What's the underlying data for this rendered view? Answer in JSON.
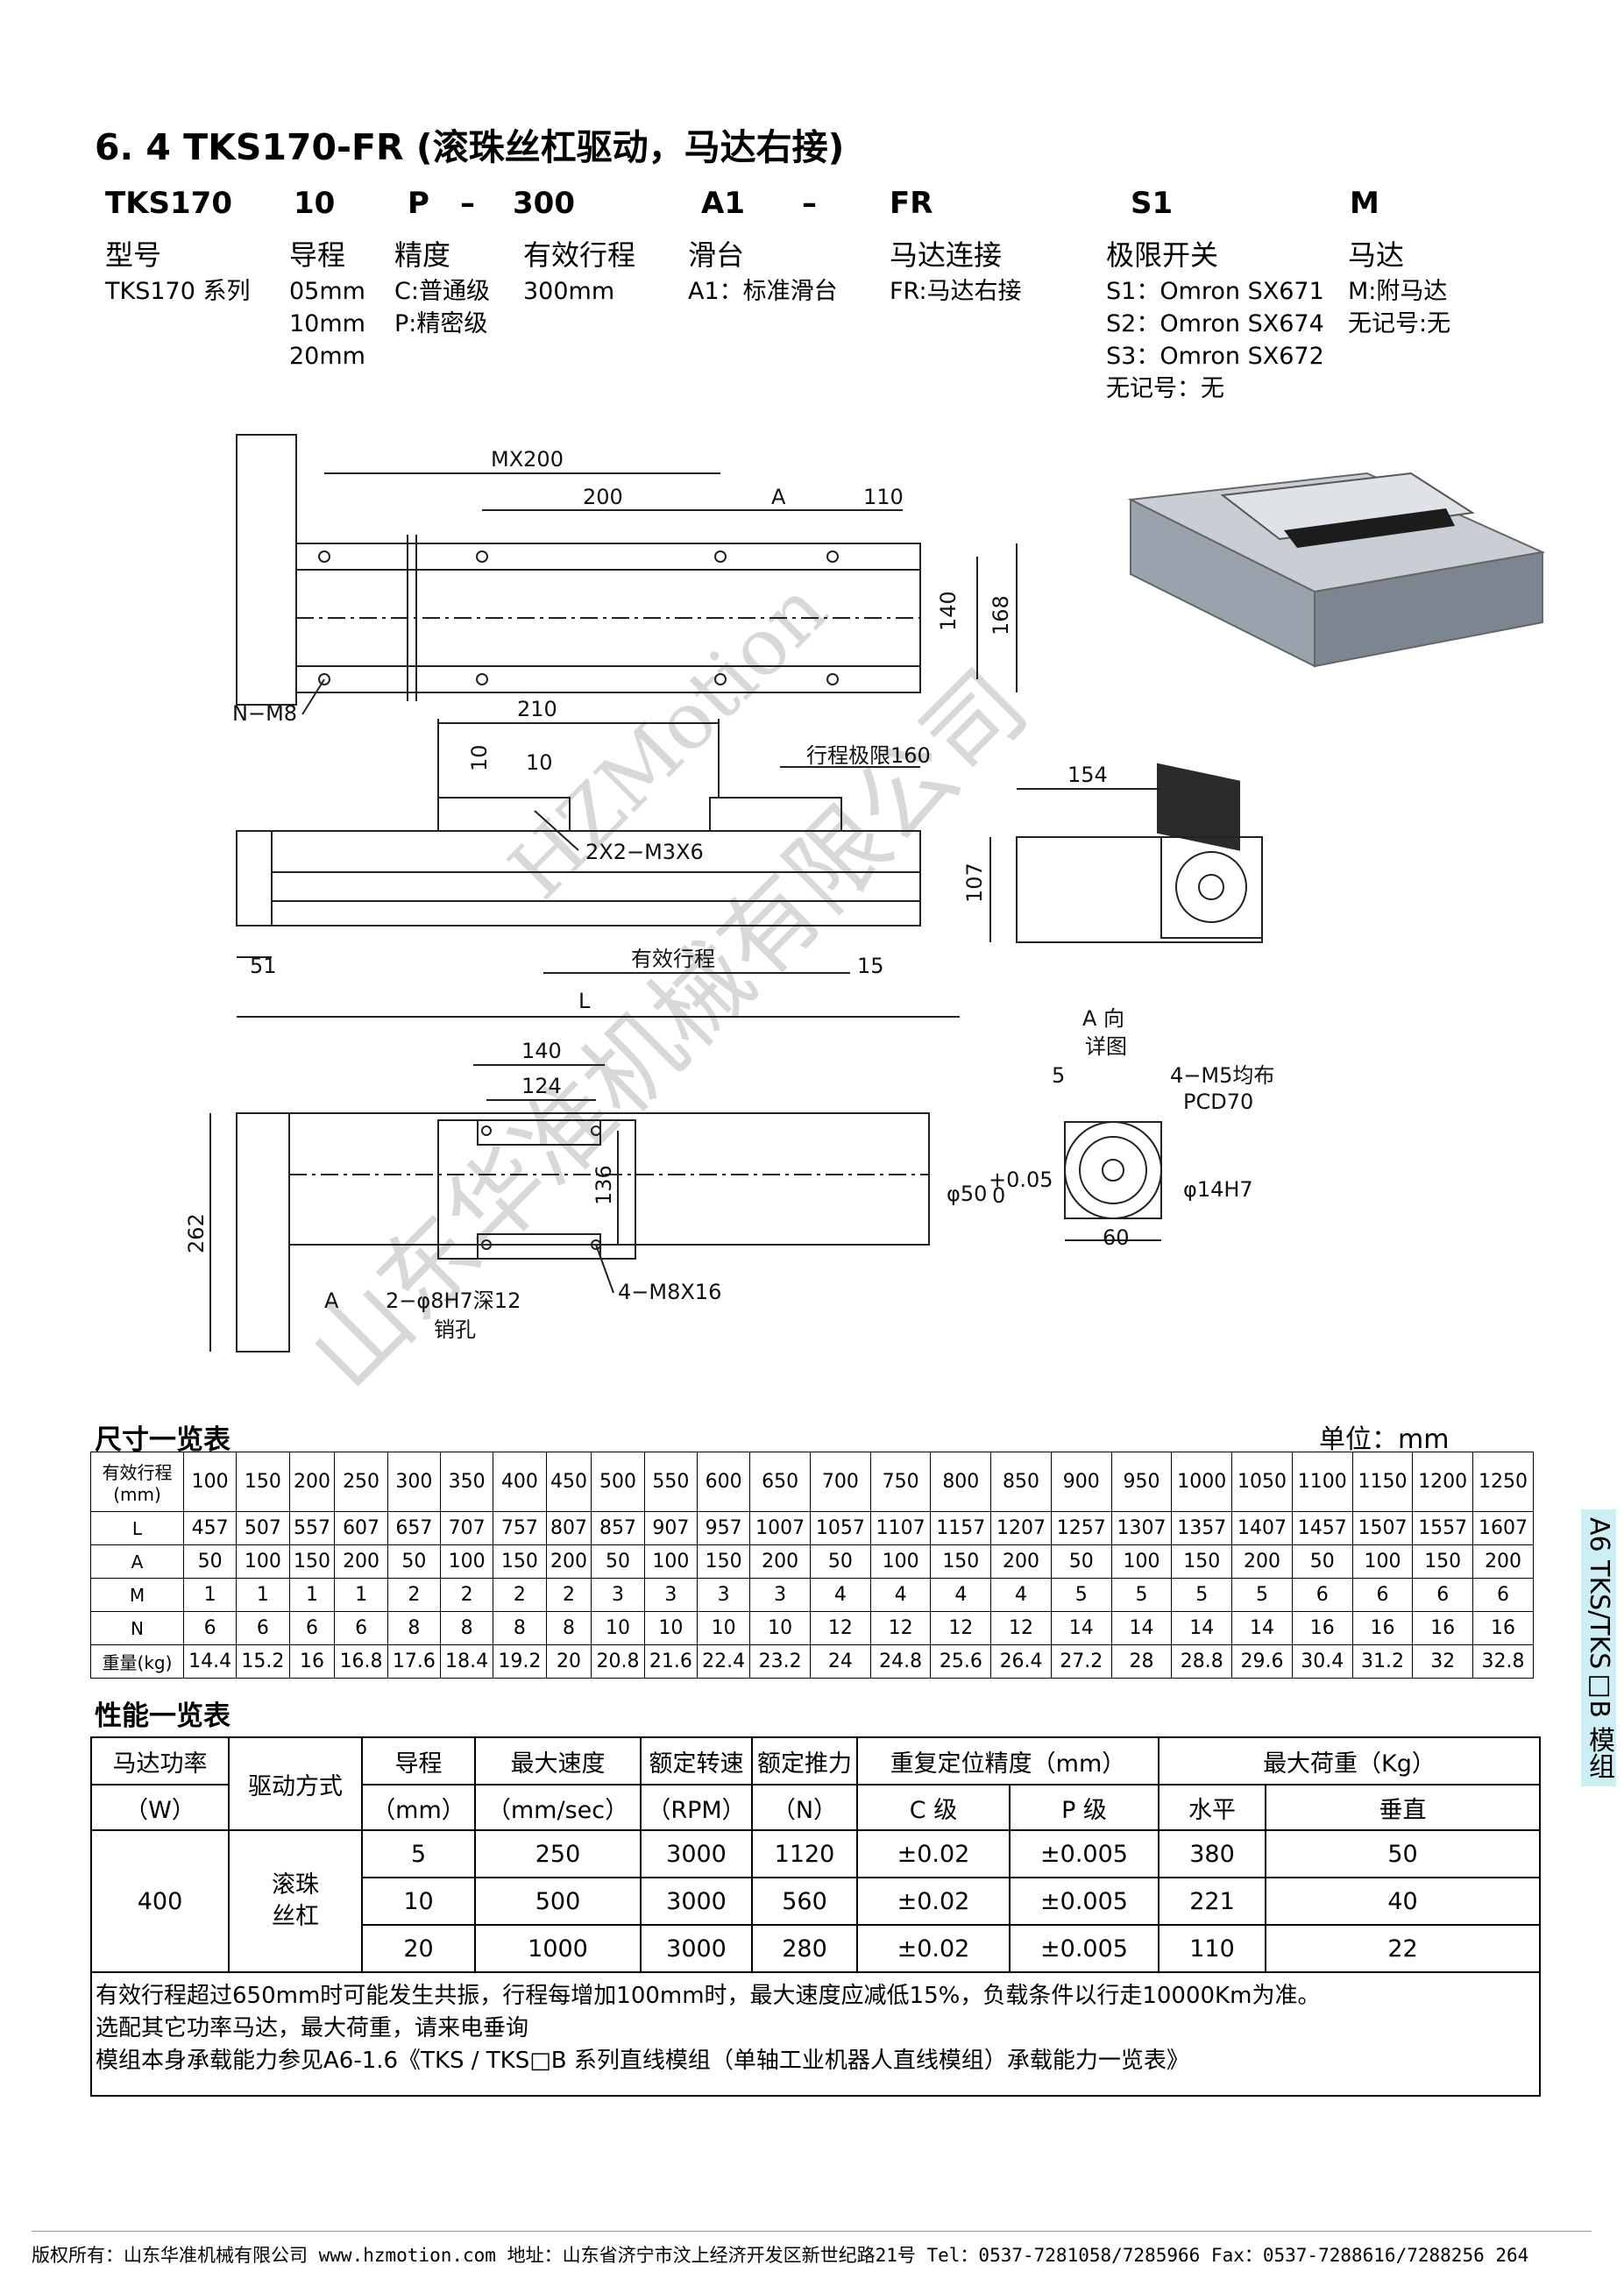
{
  "heading": "6. 4 TKS170-FR (滚珠丝杠驱动，马达右接)",
  "model_code": [
    "TKS170",
    "10",
    "P",
    "–",
    "300",
    "A1",
    "–",
    "FR",
    "S1",
    "M"
  ],
  "code_columns": [
    {
      "title": "型号",
      "lines": [
        "TKS170 系列"
      ]
    },
    {
      "title": "导程",
      "lines": [
        "05mm",
        "10mm",
        "20mm"
      ]
    },
    {
      "title": "精度",
      "lines": [
        "C:普通级",
        "P:精密级"
      ]
    },
    {
      "title": "有效行程",
      "lines": [
        "300mm"
      ]
    },
    {
      "title": "滑台",
      "lines": [
        "A1：标准滑台"
      ]
    },
    {
      "title": "马达连接",
      "lines": [
        "FR:马达右接"
      ]
    },
    {
      "title": "极限开关",
      "lines": [
        "S1：Omron SX671",
        "S2：Omron SX674",
        "S3：Omron SX672",
        "无记号：无"
      ]
    },
    {
      "title": "马达",
      "lines": [
        "M:附马达",
        "无记号:无"
      ]
    }
  ],
  "drawing": {
    "top_view": {
      "mx": "MX200",
      "d200": "200",
      "a": "A",
      "d110": "110",
      "d140": "140",
      "d168": "168",
      "nm8": "N−M8"
    },
    "side_view": {
      "d210": "210",
      "d10a": "10",
      "d10b": "10",
      "stroke_limit": "行程极限160",
      "m3": "2X2−M3X6",
      "d107": "107",
      "d51": "51",
      "stroke": "有效行程",
      "d15": "15",
      "L": "L",
      "d154": "154"
    },
    "bottom_view": {
      "d140": "140",
      "d124": "124",
      "d136": "136",
      "d262": "262",
      "a": "A",
      "pin": "2−φ8H7深12",
      "pin2": "销孔",
      "m8": "4−M8X16"
    },
    "a_view": {
      "title1": "A 向",
      "title2": "详图",
      "d5": "5",
      "m5": "4−M5均布",
      "pcd": "PCD70",
      "d50": "φ50",
      "tol": "+0.05",
      "tol0": "0",
      "d14": "φ14H7",
      "d60": "60"
    },
    "watermark1": "山东华准机械有限公司",
    "watermark2": "HZMotion"
  },
  "dim_table": {
    "title": "尺寸一览表",
    "unit": "单位：mm",
    "header_label": "有效行程(mm)",
    "strokes": [
      "100",
      "150",
      "200",
      "250",
      "300",
      "350",
      "400",
      "450",
      "500",
      "550",
      "600",
      "650",
      "700",
      "750",
      "800",
      "850",
      "900",
      "950",
      "1000",
      "1050",
      "1100",
      "1150",
      "1200",
      "1250"
    ],
    "rows": [
      {
        "label": "L",
        "values": [
          "457",
          "507",
          "557",
          "607",
          "657",
          "707",
          "757",
          "807",
          "857",
          "907",
          "957",
          "1007",
          "1057",
          "1107",
          "1157",
          "1207",
          "1257",
          "1307",
          "1357",
          "1407",
          "1457",
          "1507",
          "1557",
          "1607"
        ]
      },
      {
        "label": "A",
        "values": [
          "50",
          "100",
          "150",
          "200",
          "50",
          "100",
          "150",
          "200",
          "50",
          "100",
          "150",
          "200",
          "50",
          "100",
          "150",
          "200",
          "50",
          "100",
          "150",
          "200",
          "50",
          "100",
          "150",
          "200"
        ]
      },
      {
        "label": "M",
        "values": [
          "1",
          "1",
          "1",
          "1",
          "2",
          "2",
          "2",
          "2",
          "3",
          "3",
          "3",
          "3",
          "4",
          "4",
          "4",
          "4",
          "5",
          "5",
          "5",
          "5",
          "6",
          "6",
          "6",
          "6"
        ]
      },
      {
        "label": "N",
        "values": [
          "6",
          "6",
          "6",
          "6",
          "8",
          "8",
          "8",
          "8",
          "10",
          "10",
          "10",
          "10",
          "12",
          "12",
          "12",
          "12",
          "14",
          "14",
          "14",
          "14",
          "16",
          "16",
          "16",
          "16"
        ]
      },
      {
        "label": "重量(kg)",
        "values": [
          "14.4",
          "15.2",
          "16",
          "16.8",
          "17.6",
          "18.4",
          "19.2",
          "20",
          "20.8",
          "21.6",
          "22.4",
          "23.2",
          "24",
          "24.8",
          "25.6",
          "26.4",
          "27.2",
          "28",
          "28.8",
          "29.6",
          "30.4",
          "31.2",
          "32",
          "32.8"
        ]
      }
    ]
  },
  "perf_table": {
    "title": "性能一览表",
    "h_power": "马达功率",
    "h_power_unit": "（W）",
    "h_drive": "驱动方式",
    "h_lead": "导程",
    "h_lead_unit": "（mm）",
    "h_speed": "最大速度",
    "h_speed_unit": "（mm/sec）",
    "h_rpm": "额定转速",
    "h_rpm_unit": "（RPM）",
    "h_thrust": "额定推力",
    "h_thrust_unit": "（N）",
    "h_repeat": "重复定位精度（mm）",
    "h_c": "C 级",
    "h_p": "P 级",
    "h_load": "最大荷重（Kg）",
    "h_h": "水平",
    "h_v": "垂直",
    "power": "400",
    "drive": "滚珠丝杠",
    "rows": [
      [
        "5",
        "250",
        "3000",
        "1120",
        "±0.02",
        "±0.005",
        "380",
        "50"
      ],
      [
        "10",
        "500",
        "3000",
        "560",
        "±0.02",
        "±0.005",
        "221",
        "40"
      ],
      [
        "20",
        "1000",
        "3000",
        "280",
        "±0.02",
        "±0.005",
        "110",
        "22"
      ]
    ],
    "notes": [
      "有效行程超过650mm时可能发生共振，行程每增加100mm时，最大速度应减低15%，负载条件以行走10000Km为准。",
      "选配其它功率马达，最大荷重，请来电垂询",
      "模组本身承载能力参见A6-1.6《TKS / TKS□B 系列直线模组（单轴工业机器人直线模组）承载能力一览表》"
    ]
  },
  "side_tab": "A6 TKS/TKS□B 模组",
  "footer": "版权所有：山东华准机械有限公司 www.hzmotion.com   地址：山东省济宁市汶上经济开发区新世纪路21号  Tel：0537-7281058/7285966 Fax：0537-7288616/7288256   264",
  "colors": {
    "side_tab": "#cdeff3",
    "render_body": "#9aa3ad",
    "motor": "#2b2b2b"
  }
}
